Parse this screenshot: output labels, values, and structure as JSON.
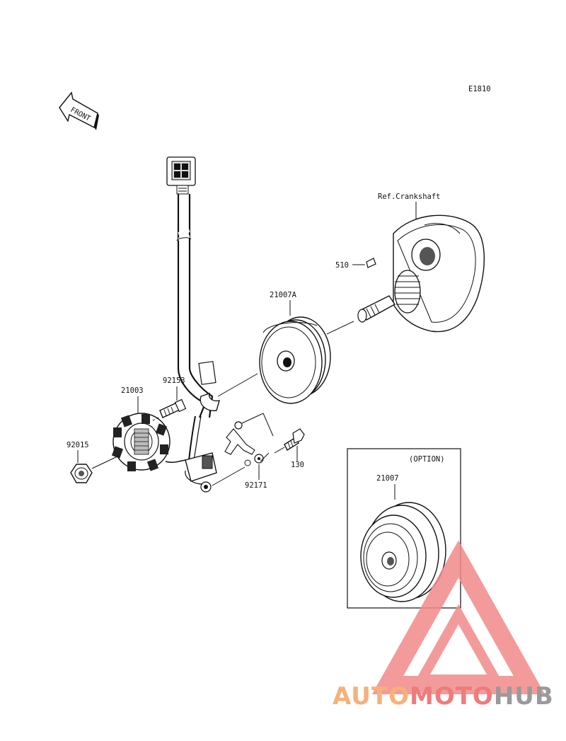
{
  "diagram": {
    "code": "E1810",
    "front_label": "FRONT",
    "ref_label": "Ref.Crankshaft",
    "option_label": "(OPTION)",
    "parts": {
      "key": "510",
      "rotor": "21007A",
      "stator": "21003",
      "bolt_stator": "92153",
      "nut": "92015",
      "bolt": "130",
      "clamp": "92171",
      "rotor_option": "21007"
    }
  },
  "watermark": {
    "part1": "AUTO",
    "part2": "MOTO",
    "part3": "HUB",
    "colors": {
      "auto": "#f6b17a",
      "moto": "#ef7b7b",
      "hub": "#9a9a9a",
      "triangle": "#f28a8a"
    }
  }
}
